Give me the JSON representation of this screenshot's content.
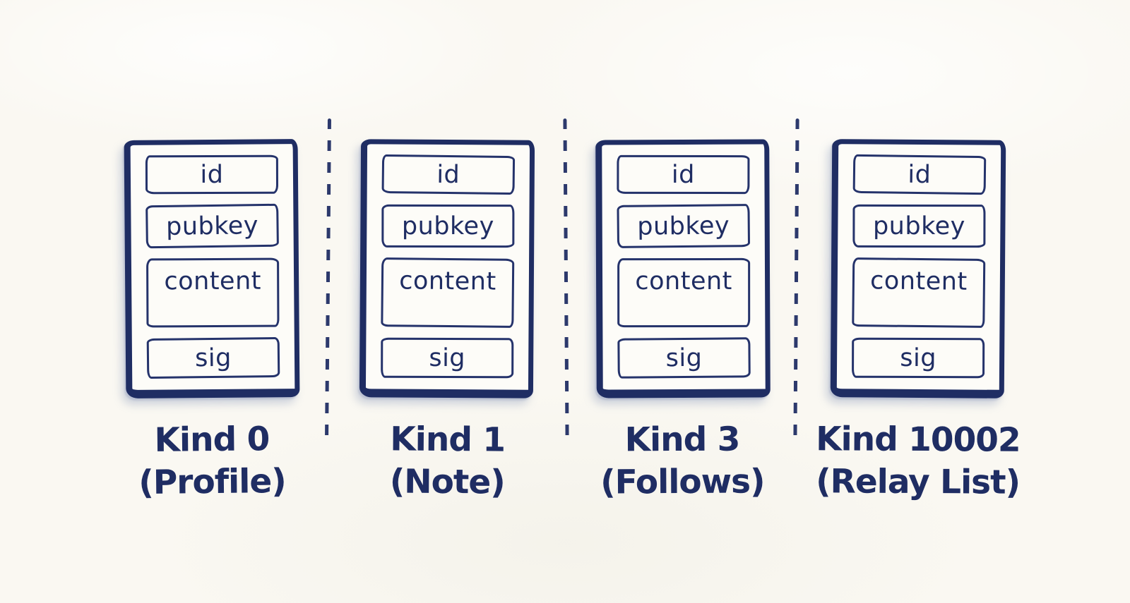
{
  "diagram": {
    "style": {
      "ink_color": "#1f2d63",
      "paper_color": "#faf8f2"
    },
    "cards": [
      {
        "fields": [
          "id",
          "pubkey",
          "content",
          "sig"
        ],
        "kind": "Kind 0",
        "name": "(Profile)"
      },
      {
        "fields": [
          "id",
          "pubkey",
          "content",
          "sig"
        ],
        "kind": "Kind 1",
        "name": "(Note)"
      },
      {
        "fields": [
          "id",
          "pubkey",
          "content",
          "sig"
        ],
        "kind": "Kind 3",
        "name": "(Follows)"
      },
      {
        "fields": [
          "id",
          "pubkey",
          "content",
          "sig"
        ],
        "kind": "Kind 10002",
        "name": "(Relay List)"
      }
    ]
  }
}
